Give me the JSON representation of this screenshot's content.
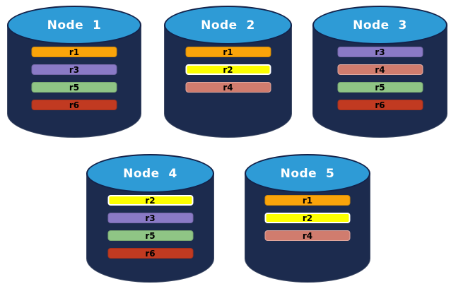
{
  "diagram": {
    "background_color": "#FFFFFF",
    "cylinder": {
      "body_color": "#1C2B4E",
      "top_color": "#2E9BD6",
      "outline_color": "#13224A",
      "node_label_color": "#FFFFFF"
    },
    "replica_label_color": "#000000",
    "replica_colors": {
      "r1": "#FAA40A",
      "r2": "#FDFF00",
      "r3": "#8A7AC6",
      "r4": "#D07C6E",
      "r5": "#8FC585",
      "r6": "#C13A21"
    },
    "replica_border_colors": {
      "r1": "rgba(0,0,0,0.15)",
      "r2": "#FFFFFF",
      "r3": "rgba(0,0,0,0.15)",
      "r4": "rgba(255,255,255,0.35)",
      "r5": "rgba(0,0,0,0.15)",
      "r6": "rgba(0,0,0,0.15)"
    },
    "nodes": [
      {
        "label": "Node  1",
        "replicas": [
          "r1",
          "r3",
          "r5",
          "r6"
        ]
      },
      {
        "label": "Node  2",
        "replicas": [
          "r1",
          "r2",
          "r4"
        ]
      },
      {
        "label": "Node  3",
        "replicas": [
          "r3",
          "r4",
          "r5",
          "r6"
        ]
      },
      {
        "label": "Node  4",
        "replicas": [
          "r2",
          "r3",
          "r5",
          "r6"
        ]
      },
      {
        "label": "Node  5",
        "replicas": [
          "r1",
          "r2",
          "r4"
        ]
      }
    ]
  }
}
